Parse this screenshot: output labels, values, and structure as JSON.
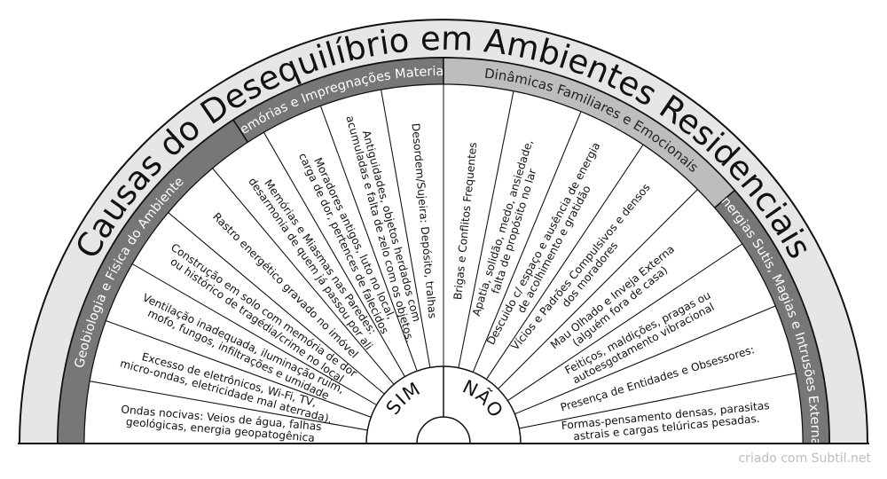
{
  "title": "Causas do Desequilíbrio em Ambientes Residenciais",
  "credit": "criado com Subtil.net",
  "center": {
    "left_label": "SIM",
    "right_label": "NÃO"
  },
  "colors": {
    "dark_band": "#777777",
    "light_band": "#bdbdbd",
    "outer_ring": "#e6e6e6",
    "line": "#111111"
  },
  "categories": [
    {
      "label": "Geobiologia e Física do Ambiente",
      "style": "dark"
    },
    {
      "label": "Memórias e Impregnações Materiais",
      "style": "dark"
    },
    {
      "label": "Dinâmicas Familiares e Emocionais",
      "style": "light"
    },
    {
      "label": "Energias Sutis, Magias e Intrusões Externas",
      "style": "dark"
    }
  ],
  "items": [
    {
      "lines": [
        "Ondas nocivas: Veios de água, falhas",
        "geológicas, energia geopatogênica"
      ]
    },
    {
      "lines": [
        "Excesso de eletrônicos, Wi-Fi, TV,",
        "micro-ondas, eletricidade mal aterrada)."
      ]
    },
    {
      "lines": [
        "Ventilação inadequada, iluminação ruim,",
        "mofo, fungos, infiltrações e umidade"
      ]
    },
    {
      "lines": [
        "Construção em solo com memória de dor",
        "ou histórico de tragédia/crime no local"
      ]
    },
    {
      "lines": [
        "Rastro energético gravado no imóvel"
      ]
    },
    {
      "lines": [
        "Memórias e Miasmas nas Paredes:",
        "desarmonia de quem já passou por ali"
      ]
    },
    {
      "lines": [
        "Moradores antigos, luto no local,",
        "carga de dor, pertences de falecidos"
      ]
    },
    {
      "lines": [
        "Antiguidades, objetos herdados com",
        "acumuladas e falta de zelo com os objetos."
      ]
    },
    {
      "lines": [
        "Desordem/Sujeira: Depósito, tralhas"
      ]
    },
    {
      "lines": [
        "Brigas e Conflitos Frequentes"
      ]
    },
    {
      "lines": [
        "Apatia, solidão, medo, ansiedade,",
        "falta de propósito no lar"
      ]
    },
    {
      "lines": [
        "Descuido c/ espaço e ausência de energia",
        "de acolhimento e gratidão"
      ]
    },
    {
      "lines": [
        "Vícios e Padrões Compulsivos e densos",
        "dos moradores"
      ]
    },
    {
      "lines": [
        "Mau Olhado e Inveja Externa",
        "(alguém fora de casa)"
      ]
    },
    {
      "lines": [
        "Feitiços, maldições, pragas ou",
        "autoesgotamento vibracional"
      ]
    },
    {
      "lines": [
        "Presença de Entidades e Obsessores:"
      ]
    },
    {
      "lines": [
        "Formas-pensamento densas, parasitas",
        "astrais e cargas telúricas pesadas."
      ]
    }
  ]
}
